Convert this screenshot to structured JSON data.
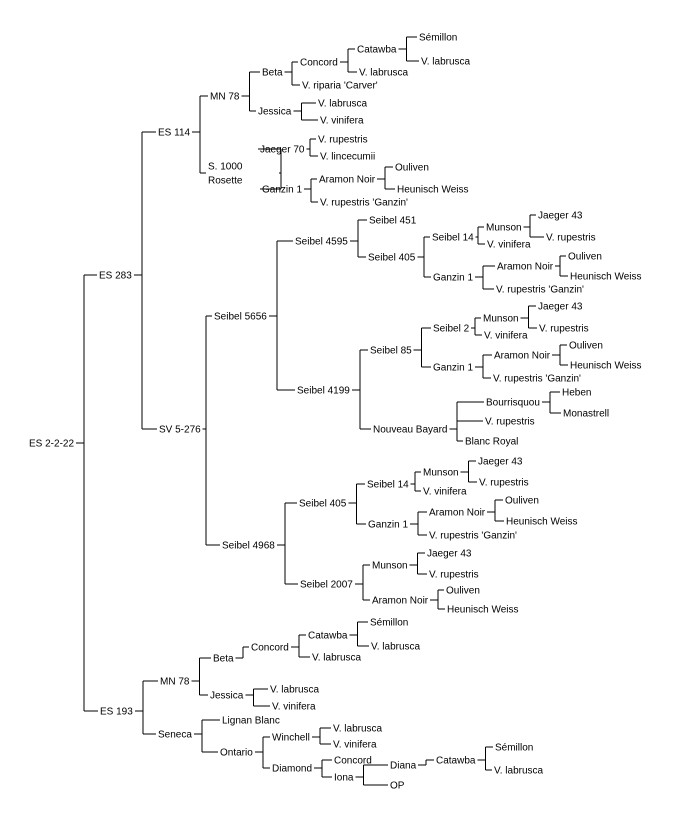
{
  "pedigree": {
    "name": "ES 2-2-22",
    "parents": [
      {
        "name": "ES 283",
        "parents": [
          {
            "name": "ES 114",
            "parents": [
              {
                "name": "MN 78",
                "parents": [
                  {
                    "name": "Beta",
                    "parents": [
                      {
                        "name": "Concord",
                        "parents": [
                          {
                            "name": "Catawba",
                            "parents": [
                              {
                                "name": "Sémillon"
                              },
                              {
                                "name": "V. labrusca"
                              }
                            ]
                          },
                          {
                            "name": "V. labrusca"
                          }
                        ]
                      },
                      {
                        "name": "V. riparia 'Carver'"
                      }
                    ]
                  },
                  {
                    "name": "Jessica",
                    "parents": [
                      {
                        "name": "V. labrusca"
                      },
                      {
                        "name": "V. vinifera"
                      }
                    ]
                  }
                ]
              },
              {
                "name": "S. 1000 Rosette",
                "parents": [
                  {
                    "name": "Jaeger 70",
                    "parents": [
                      {
                        "name": "V. rupestris"
                      },
                      {
                        "name": "V. lincecumii"
                      }
                    ]
                  },
                  {
                    "name": "Ganzin 1",
                    "parents": [
                      {
                        "name": "Aramon Noir",
                        "parents": [
                          {
                            "name": "Ouliven"
                          },
                          {
                            "name": "Heunisch Weiss"
                          }
                        ]
                      },
                      {
                        "name": "V. rupestris 'Ganzin'"
                      }
                    ]
                  }
                ]
              }
            ]
          },
          {
            "name": "SV 5-276",
            "parents": [
              {
                "name": "Seibel 5656",
                "parents": [
                  {
                    "name": "Seibel 4595",
                    "parents": [
                      {
                        "name": "Seibel 451"
                      },
                      {
                        "name": "Seibel 405",
                        "parents": [
                          {
                            "name": "Seibel 14",
                            "parents": [
                              {
                                "name": "Munson",
                                "parents": [
                                  {
                                    "name": "Jaeger 43"
                                  },
                                  {
                                    "name": "V. rupestris"
                                  }
                                ]
                              },
                              {
                                "name": "V. vinifera"
                              }
                            ]
                          },
                          {
                            "name": "Ganzin 1",
                            "parents": [
                              {
                                "name": "Aramon Noir",
                                "parents": [
                                  {
                                    "name": "Ouliven"
                                  },
                                  {
                                    "name": "Heunisch Weiss"
                                  }
                                ]
                              },
                              {
                                "name": "V. rupestris 'Ganzin'"
                              }
                            ]
                          }
                        ]
                      }
                    ]
                  },
                  {
                    "name": "Seibel 4199",
                    "parents": [
                      {
                        "name": "Seibel 85",
                        "parents": [
                          {
                            "name": "Seibel 2",
                            "parents": [
                              {
                                "name": "Munson",
                                "parents": [
                                  {
                                    "name": "Jaeger 43"
                                  },
                                  {
                                    "name": "V. rupestris"
                                  }
                                ]
                              },
                              {
                                "name": "V. vinifera"
                              }
                            ]
                          },
                          {
                            "name": "Ganzin 1",
                            "parents": [
                              {
                                "name": "Aramon Noir",
                                "parents": [
                                  {
                                    "name": "Ouliven"
                                  },
                                  {
                                    "name": "Heunisch Weiss"
                                  }
                                ]
                              },
                              {
                                "name": "V. rupestris 'Ganzin'"
                              }
                            ]
                          }
                        ]
                      },
                      {
                        "name": "Nouveau Bayard",
                        "parents": [
                          {
                            "name": "Bourrisquou",
                            "parents": [
                              {
                                "name": "Heben"
                              },
                              {
                                "name": "Monastrell"
                              }
                            ]
                          },
                          {
                            "name": "V. rupestris"
                          },
                          {
                            "name": "Blanc Royal"
                          }
                        ]
                      }
                    ]
                  }
                ]
              },
              {
                "name": "Seibel 4968",
                "parents": [
                  {
                    "name": "Seibel 405",
                    "parents": [
                      {
                        "name": "Seibel 14",
                        "parents": [
                          {
                            "name": "Munson",
                            "parents": [
                              {
                                "name": "Jaeger 43"
                              },
                              {
                                "name": "V. rupestris"
                              }
                            ]
                          },
                          {
                            "name": "V. vinifera"
                          }
                        ]
                      },
                      {
                        "name": "Ganzin 1",
                        "parents": [
                          {
                            "name": "Aramon Noir",
                            "parents": [
                              {
                                "name": "Ouliven"
                              },
                              {
                                "name": "Heunisch Weiss"
                              }
                            ]
                          },
                          {
                            "name": "V. rupestris 'Ganzin'"
                          }
                        ]
                      }
                    ]
                  },
                  {
                    "name": "Seibel 2007",
                    "parents": [
                      {
                        "name": "Munson",
                        "parents": [
                          {
                            "name": "Jaeger 43"
                          },
                          {
                            "name": "V. rupestris"
                          }
                        ]
                      },
                      {
                        "name": "Aramon Noir",
                        "parents": [
                          {
                            "name": "Ouliven"
                          },
                          {
                            "name": "Heunisch Weiss"
                          }
                        ]
                      }
                    ]
                  }
                ]
              }
            ]
          }
        ]
      },
      {
        "name": "ES 193",
        "parents": [
          {
            "name": "MN 78",
            "parents": [
              {
                "name": "Beta",
                "parents": [
                  {
                    "name": "Concord",
                    "parents": [
                      {
                        "name": "Catawba",
                        "parents": [
                          {
                            "name": "Sémillon"
                          },
                          {
                            "name": "V. labrusca"
                          }
                        ]
                      },
                      {
                        "name": "V. labrusca"
                      }
                    ]
                  },
                  {
                    "name": "V. riparia 'Carver'"
                  }
                ]
              },
              {
                "name": "Jessica",
                "parents": [
                  {
                    "name": "V. labrusca"
                  },
                  {
                    "name": "V. vinifera"
                  }
                ]
              }
            ]
          },
          {
            "name": "Seneca",
            "parents": [
              {
                "name": "Lignan Blanc"
              },
              {
                "name": "Ontario",
                "parents": [
                  {
                    "name": "Winchell",
                    "parents": [
                      {
                        "name": "V. labrusca"
                      },
                      {
                        "name": "V. vinifera"
                      }
                    ]
                  },
                  {
                    "name": "Diamond",
                    "parents": [
                      {
                        "name": "Concord"
                      },
                      {
                        "name": "Iona",
                        "parents": [
                          {
                            "name": "Diana",
                            "parents": [
                              {
                                "name": "Catawba",
                                "parents": [
                                  {
                                    "name": "Sémillon"
                                  },
                                  {
                                    "name": "V. labrusca"
                                  }
                                ]
                              }
                            ]
                          },
                          {
                            "name": "OP"
                          }
                        ]
                      }
                    ]
                  }
                ]
              }
            ]
          }
        ]
      }
    ]
  }
}
